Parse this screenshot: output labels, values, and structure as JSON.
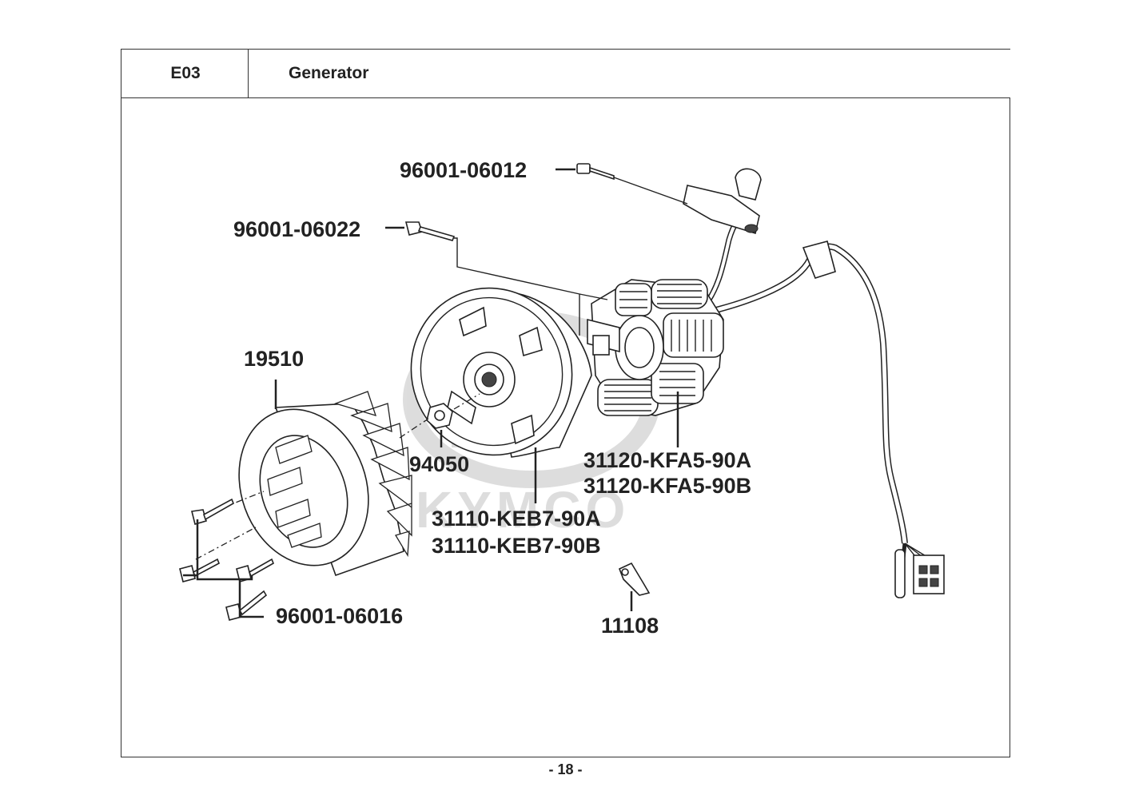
{
  "header": {
    "code": "E03",
    "title": "Generator"
  },
  "watermark": {
    "brand": "KYMCO"
  },
  "callouts": {
    "bolt_top": "96001-06012",
    "bolt_upper": "96001-06022",
    "fan": "19510",
    "nut": "94050",
    "stator_a": "31120-KFA5-90A",
    "stator_b": "31120-KFA5-90B",
    "flywheel_a": "31110-KEB7-90A",
    "flywheel_b": "31110-KEB7-90B",
    "bolt_fan": "96001-06016",
    "clamp": "11108"
  },
  "footer": {
    "page": "- 18 -"
  }
}
